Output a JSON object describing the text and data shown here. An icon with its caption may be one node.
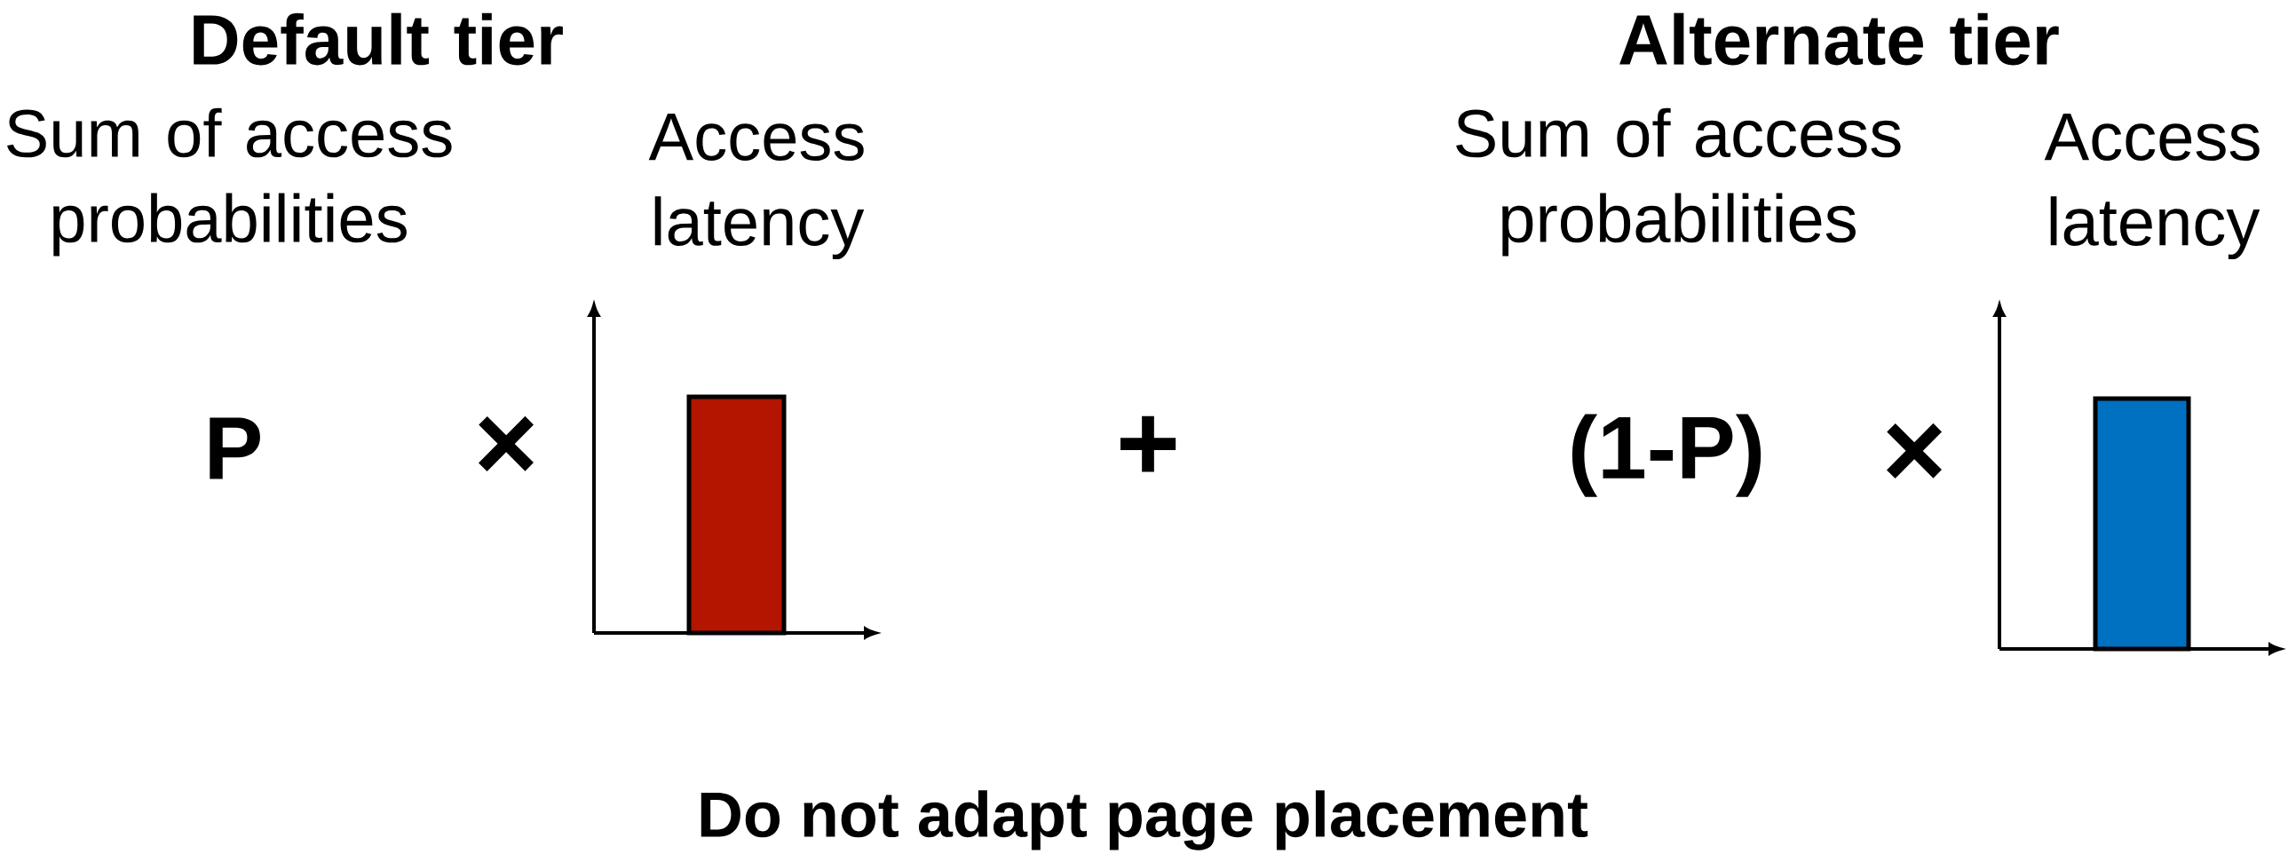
{
  "diagram": {
    "caption": "Do not adapt page placement",
    "labels": [
      "Default tier",
      "Sum of access probabilities",
      "Access latency",
      "P",
      "×",
      "+",
      "Alternate tier",
      "Sum of access probabilities",
      "Access latency",
      "(1-P)",
      "×"
    ]
  }
}
